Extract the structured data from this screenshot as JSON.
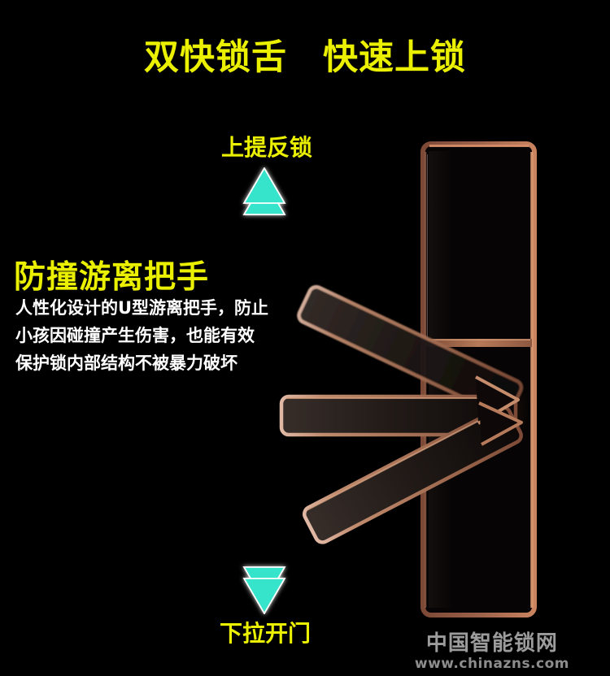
{
  "title": {
    "text": "双快锁舌　快速上锁"
  },
  "annotations": {
    "lift_label": "上提反锁",
    "pull_label": "下拉开门"
  },
  "feature": {
    "heading": "防撞游离把手",
    "line1": "人性化设计的U型游离把手，防止",
    "line2": "小孩因碰撞产生伤害，也能有效",
    "line3": "保护锁内部结构不被暴力破坏"
  },
  "watermark": {
    "site_name": "中国智能锁网",
    "site_url": "www.chinazns.com"
  },
  "icons": {
    "up_arrow": "double-triangle-up-icon",
    "down_arrow": "double-triangle-down-icon"
  },
  "colors": {
    "bg": "#000000",
    "yellow": "#eaf000",
    "cyan": "#35e4ca",
    "text_white": "#ffffff",
    "copper": "#b5714f",
    "watermark_gray": "#9c9c9c",
    "watermark_gray2": "#8d8d8d"
  }
}
